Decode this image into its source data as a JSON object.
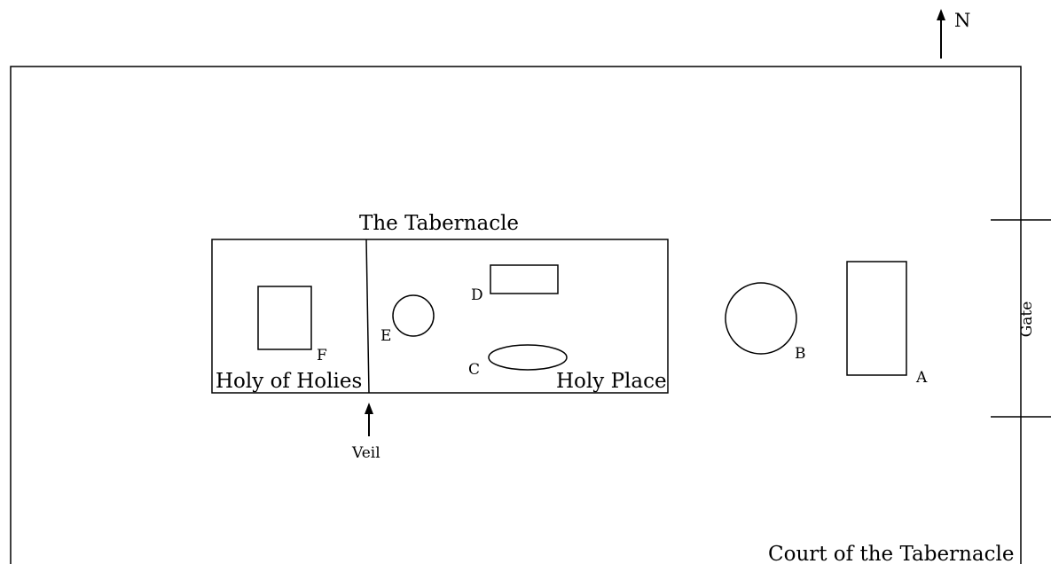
{
  "compass": {
    "label": "N"
  },
  "court": {
    "label": "Court of the Tabernacle"
  },
  "tabernacle": {
    "title": "The Tabernacle",
    "holy_of_holies": "Holy of Holies",
    "holy_place": "Holy Place",
    "veil": "Veil"
  },
  "gate": {
    "label": "Gate"
  },
  "items": {
    "a": "A",
    "b": "B",
    "c": "C",
    "d": "D",
    "e": "E",
    "f": "F"
  }
}
